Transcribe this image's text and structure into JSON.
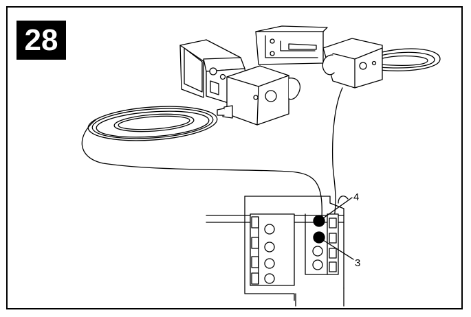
{
  "step": {
    "number": "28"
  },
  "callouts": {
    "terminal_top": "4",
    "terminal_bottom": "3"
  },
  "colors": {
    "ink": "#000000",
    "paper": "#ffffff",
    "shade": "#d9d9d9"
  }
}
